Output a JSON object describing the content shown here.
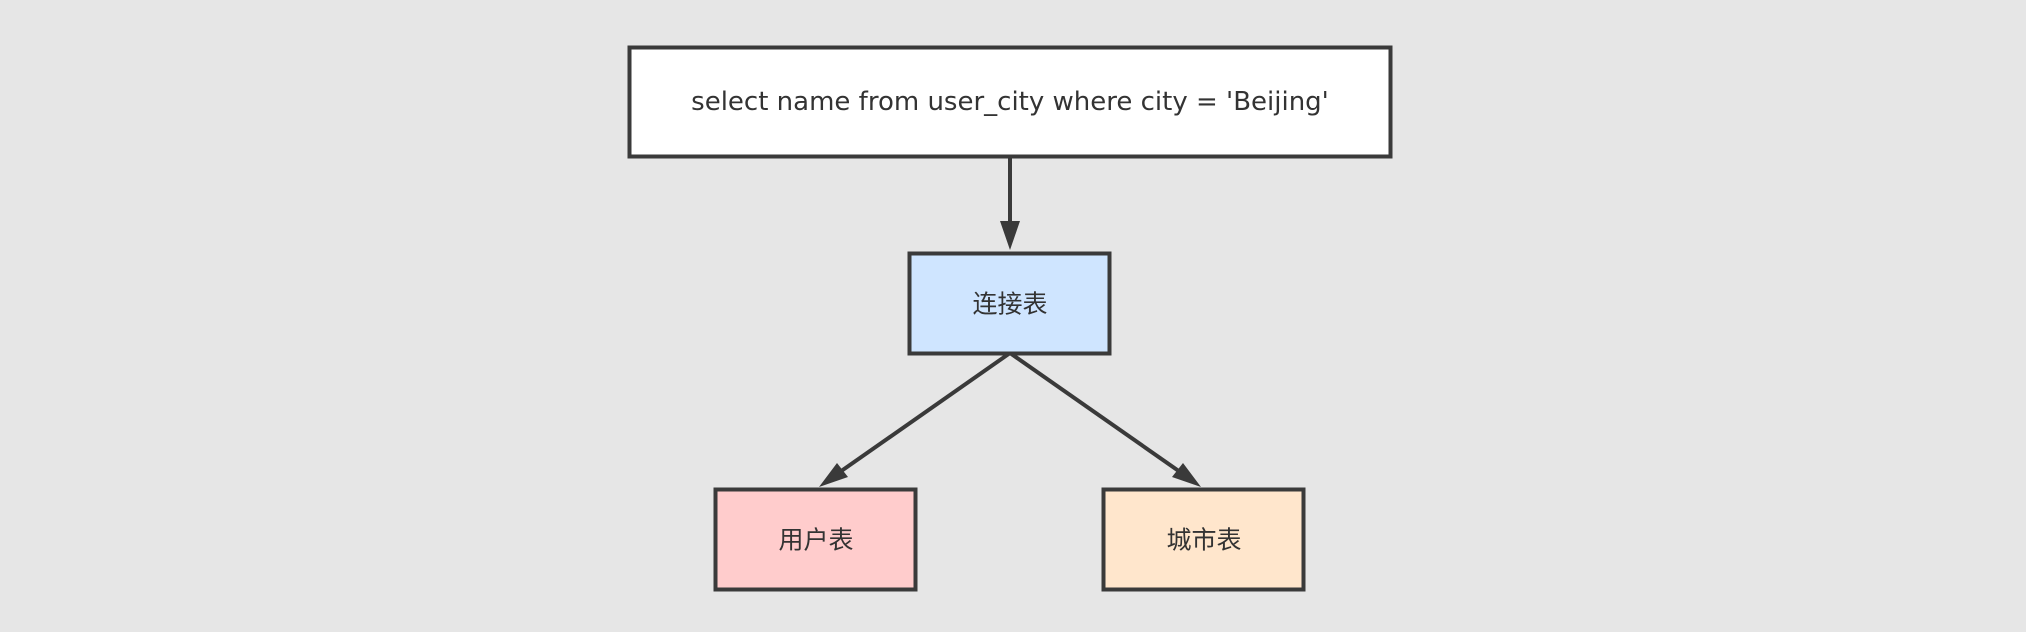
{
  "diagram": {
    "background": "#e6e6e6",
    "stroke_color": "#3a3a3a",
    "nodes": {
      "query": {
        "label": "select name from user_city where city = 'Beijing'",
        "fill": "#ffffff"
      },
      "join": {
        "label": "连接表",
        "fill": "#cfe5ff"
      },
      "user": {
        "label": "用户表",
        "fill": "#ffcccc"
      },
      "city": {
        "label": "城市表",
        "fill": "#ffe6cc"
      }
    },
    "edges": [
      {
        "from": "query",
        "to": "join"
      },
      {
        "from": "join",
        "to": "user"
      },
      {
        "from": "join",
        "to": "city"
      }
    ]
  }
}
